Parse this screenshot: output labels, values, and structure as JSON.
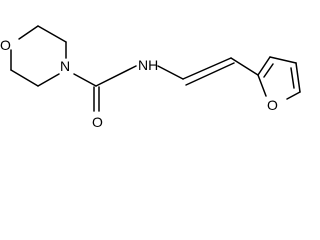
{
  "molecule": {
    "atoms": {
      "morpholine_oxygen": "O",
      "morpholine_nitrogen": "N",
      "amide_nitrogen": "NH",
      "carbonyl_oxygen": "O",
      "furan_oxygen": "O"
    }
  }
}
